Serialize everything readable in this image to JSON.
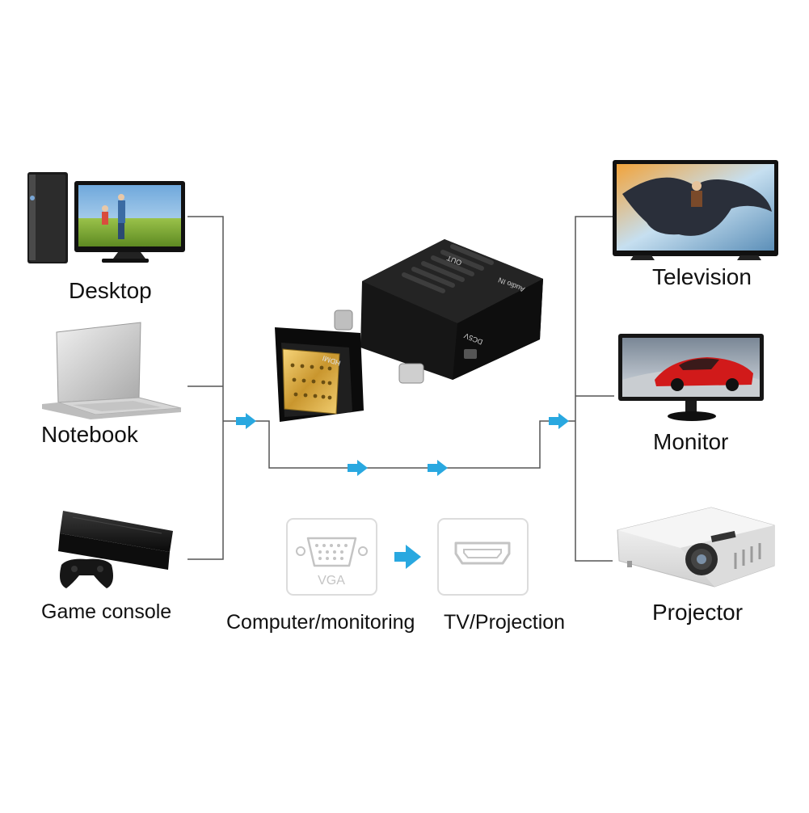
{
  "sources": {
    "desktop": "Desktop",
    "notebook": "Notebook",
    "game_console": "Game console"
  },
  "outputs": {
    "television": "Television",
    "monitor": "Monitor",
    "projector": "Projector"
  },
  "adapter": {
    "port_out_label": "OUT",
    "port_audio_label": "Audio IN",
    "port_dc_label": "DC5V",
    "connector_label": "HDMI"
  },
  "conversion": {
    "from_port": "VGA",
    "from_caption": "Computer/monitoring",
    "to_caption": "TV/Projection"
  },
  "colors": {
    "line": "#555555",
    "arrow": "#29a8e0",
    "icon_box": "#d8d8d8",
    "icon_glyph": "#c4c4c4"
  }
}
